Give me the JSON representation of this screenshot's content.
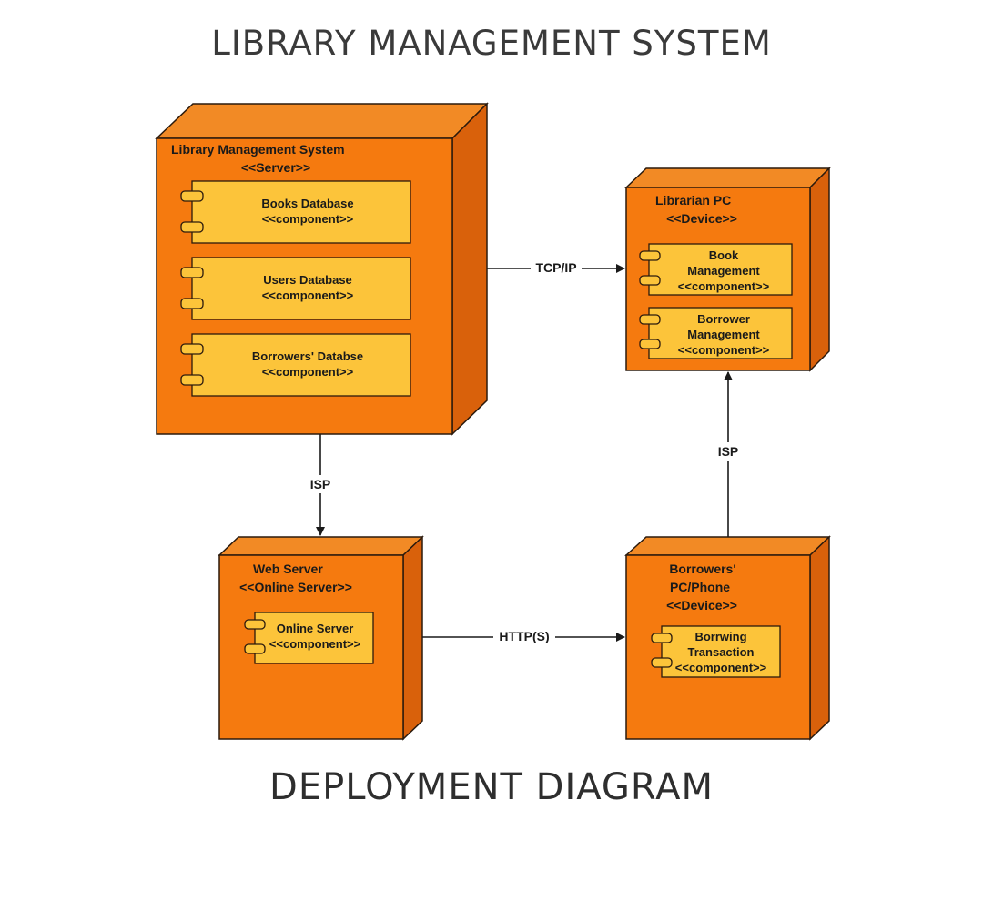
{
  "title": "LIBRARY MANAGEMENT SYSTEM",
  "subtitle": "DEPLOYMENT DIAGRAM",
  "colors": {
    "node_front": "#f57a0f",
    "node_side": "#d9610b",
    "node_top": "#f28a25",
    "component_fill": "#fcc43a",
    "outline": "#2b1a0d"
  },
  "nodes": {
    "lms": {
      "name": "Library Management System",
      "stereotype": "<<Server>>"
    },
    "librarian": {
      "name": "Librarian PC",
      "stereotype": "<<Device>>"
    },
    "web": {
      "name": "Web Server",
      "stereotype": "<<Online Server>>"
    },
    "borrowers": {
      "name": "Borrowers'",
      "name2": "PC/Phone",
      "stereotype": "<<Device>>"
    }
  },
  "components": {
    "books_db": {
      "line1": "Books Database",
      "line2": "<<component>>"
    },
    "users_db": {
      "line1": "Users Database",
      "line2": "<<component>>"
    },
    "borrowers_db": {
      "line1": "Borrowers' Databse",
      "line2": "<<component>>"
    },
    "book_mgmt": {
      "line1": "Book",
      "line2": "Management",
      "line3": "<<component>>"
    },
    "borrower_mgmt": {
      "line1": "Borrower",
      "line2": "Management",
      "line3": "<<component>>"
    },
    "online_server": {
      "line1": "Online Server",
      "line2": "<<component>>"
    },
    "borrowing_tx": {
      "line1": "Borrwing",
      "line2": "Transaction",
      "line3": "<<component>>"
    }
  },
  "edges": {
    "tcp": "TCP/IP",
    "isp_down": "ISP",
    "http": "HTTP(S)",
    "isp_up": "ISP"
  }
}
